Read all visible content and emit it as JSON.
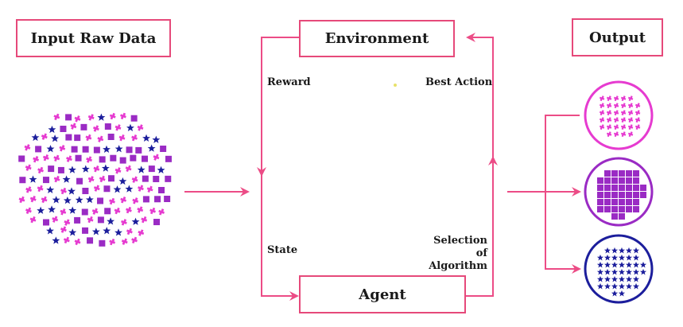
{
  "title_boxes": {
    "input": "Input Raw Data",
    "environment": "Environment",
    "agent": "Agent",
    "output": "Output"
  },
  "edge_labels": {
    "reward": "Reward",
    "best_action": "Best Action",
    "state": "State",
    "selection_line1": "Selection of",
    "selection_line2": "Algorithm"
  },
  "colors": {
    "arrow": "#ec4c86",
    "box_border": "#e6497a",
    "magenta": "#e63bd0",
    "purple": "#9a2bc4",
    "navy": "#1c1e9c"
  },
  "icons": [
    "magenta-puzzle-icon",
    "purple-square-icon",
    "navy-star-icon"
  ]
}
